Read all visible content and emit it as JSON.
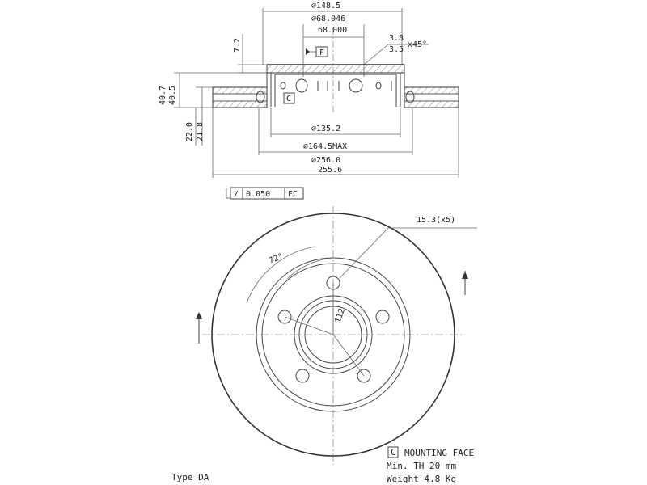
{
  "dimensions": {
    "hat_diameter": "⌀148.5",
    "bore_max": "⌀68.046",
    "bore_min": "68.000",
    "hat_depth": "7.2",
    "chamfer_max": "3.8",
    "chamfer_min": "3.5",
    "chamfer_angle": "x45°",
    "datum_f": "F",
    "datum_c": "C",
    "total_height_max": "40.7",
    "total_height_min": "40.5",
    "thickness_max": "22.0",
    "thickness_min": "21.8",
    "inner_diameter": "⌀135.2",
    "vent_diameter_max": "⌀164.5MAX",
    "outer_diameter_max": "⌀256.0",
    "outer_diameter_min": "255.6",
    "runout_symbol": "/",
    "runout_value": "0.050",
    "runout_ref": "FC"
  },
  "front_view": {
    "hole_size": "15.3(x5)",
    "angle": "72°",
    "pcd": "112"
  },
  "notes": {
    "datum_box": "C",
    "mounting_face": "MOUNTING FACE",
    "min_thickness": "Min. TH 20 mm",
    "weight": "Weight 4.8 Kg",
    "type": "Type DA"
  }
}
